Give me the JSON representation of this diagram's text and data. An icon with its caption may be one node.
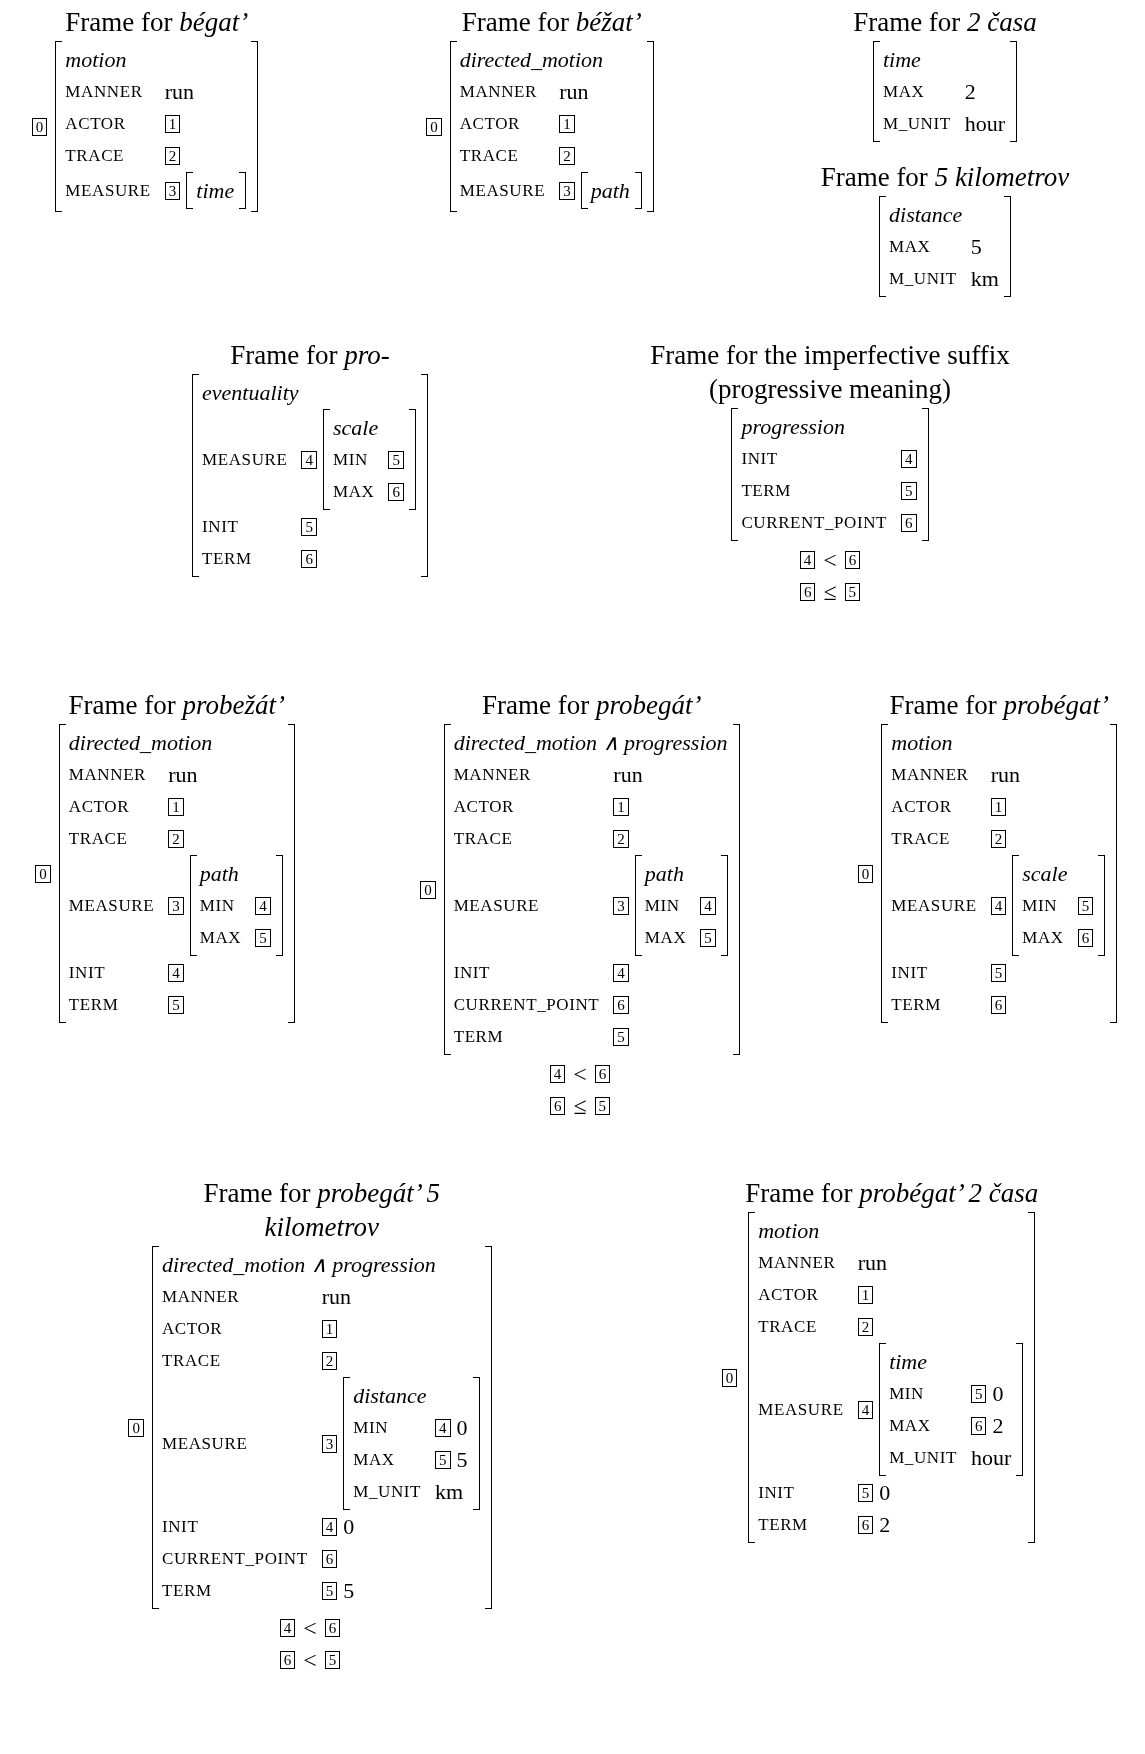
{
  "diagram": {
    "nodes": [
      {
        "text": [
          "0"
        ]
      },
      {
        "text": [
          "Frame for *bégat’*",
          "motion",
          "MANNER",
          "run",
          "ACTOR",
          "TRACE",
          "MEASURE"
        ]
      },
      {
        "text": [
          "1"
        ],
        "in": 1
      },
      {
        "text": [
          "2"
        ],
        "in": 1
      },
      {
        "text": [
          "3"
        ],
        "in": 1
      },
      {
        "text": [
          "time"
        ],
        "in": 1
      },
      {
        "text": [
          "0"
        ]
      },
      {
        "text": [
          "Frame for *béžat’*",
          "directed_motion",
          "MANNER",
          "run",
          "ACTOR",
          "TRACE",
          "MEASURE"
        ]
      },
      {
        "text": [
          "1"
        ],
        "in": 7
      },
      {
        "text": [
          "2"
        ],
        "in": 7
      },
      {
        "text": [
          "3"
        ],
        "in": 7
      },
      {
        "text": [
          "path"
        ],
        "in": 7
      },
      {
        "text": [
          "Frame for *2 časa*",
          "time",
          "MAX",
          "2",
          "M_UNIT",
          "hour"
        ]
      },
      {
        "text": [
          "Frame for *5 kilometrov*",
          "distance",
          "MAX",
          "5",
          "M_UNIT",
          "km"
        ]
      },
      {
        "text": [
          "Frame for *pro-*",
          "eventuality",
          "MEASURE",
          "INIT",
          "TERM"
        ]
      },
      {
        "text": [
          "4"
        ],
        "in": 14
      },
      {
        "text": [
          "scale",
          "MIN",
          "MAX"
        ],
        "in": 14
      },
      {
        "text": [
          "5"
        ],
        "in": 16
      },
      {
        "text": [
          "6"
        ],
        "in": 16
      },
      {
        "text": [
          "5"
        ],
        "in": 14
      },
      {
        "text": [
          "6"
        ],
        "in": 14
      },
      {
        "text": [
          "Frame for the imperfective suffix (progressive meaning)",
          "progression",
          "INIT",
          "TERM",
          "CURRENT_POINT"
        ]
      },
      {
        "text": [
          "4"
        ],
        "in": 21
      },
      {
        "text": [
          "5"
        ],
        "in": 21
      },
      {
        "text": [
          "6"
        ],
        "in": 21
      },
      {
        "text": [
          "4"
        ]
      },
      {
        "text": [
          "6"
        ]
      },
      {
        "text": [
          "6"
        ]
      },
      {
        "text": [
          "5"
        ]
      },
      {
        "text": [
          "0"
        ]
      },
      {
        "text": [
          "Frame for *probežát’*",
          "directed_motion",
          "MANNER",
          "run",
          "ACTOR",
          "TRACE",
          "MEASURE",
          "INIT",
          "TERM"
        ]
      },
      {
        "text": [
          "1"
        ],
        "in": 30
      },
      {
        "text": [
          "2"
        ],
        "in": 30
      },
      {
        "text": [
          "3"
        ],
        "in": 30
      },
      {
        "text": [
          "path",
          "MIN",
          "MAX"
        ],
        "in": 30
      },
      {
        "text": [
          "4"
        ],
        "in": 34
      },
      {
        "text": [
          "5"
        ],
        "in": 34
      },
      {
        "text": [
          "4"
        ],
        "in": 30
      },
      {
        "text": [
          "5"
        ],
        "in": 30
      },
      {
        "text": [
          "0"
        ]
      },
      {
        "text": [
          "Frame for *probegát’*",
          "directed_motion ∧ progression",
          "MANNER",
          "run",
          "ACTOR",
          "TRACE",
          "MEASURE",
          "INIT",
          "CURRENT_POINT",
          "TERM"
        ]
      },
      {
        "text": [
          "1"
        ],
        "in": 40
      },
      {
        "text": [
          "2"
        ],
        "in": 40
      },
      {
        "text": [
          "3"
        ],
        "in": 40
      },
      {
        "text": [
          "path",
          "MIN",
          "MAX"
        ],
        "in": 40
      },
      {
        "text": [
          "4"
        ],
        "in": 44
      },
      {
        "text": [
          "5"
        ],
        "in": 44
      },
      {
        "text": [
          "4"
        ],
        "in": 40
      },
      {
        "text": [
          "6"
        ],
        "in": 40
      },
      {
        "text": [
          "5"
        ],
        "in": 40
      },
      {
        "text": [
          "4"
        ]
      },
      {
        "text": [
          "6"
        ]
      },
      {
        "text": [
          "6"
        ]
      },
      {
        "text": [
          "5"
        ]
      },
      {
        "text": [
          "0"
        ]
      },
      {
        "text": [
          "Frame for *probégat’*",
          "motion",
          "MANNER",
          "run",
          "ACTOR",
          "TRACE",
          "MEASURE",
          "INIT",
          "TERM"
        ]
      },
      {
        "text": [
          "1"
        ],
        "in": 55
      },
      {
        "text": [
          "2"
        ],
        "in": 55
      },
      {
        "text": [
          "4"
        ],
        "in": 55
      },
      {
        "text": [
          "scale",
          "MIN",
          "MAX"
        ],
        "in": 55
      },
      {
        "text": [
          "5"
        ],
        "in": 59
      },
      {
        "text": [
          "6"
        ],
        "in": 59
      },
      {
        "text": [
          "5"
        ],
        "in": 55
      },
      {
        "text": [
          "6"
        ],
        "in": 55
      },
      {
        "text": [
          "0"
        ]
      },
      {
        "text": [
          "Frame for *probegát’ 5 kilometrov*",
          "directed_motion ∧ progression",
          "MANNER",
          "run",
          "ACTOR",
          "TRACE",
          "MEASURE",
          "INIT",
          "0",
          "CURRENT_POINT",
          "TERM",
          "5"
        ]
      },
      {
        "text": [
          "1"
        ],
        "in": 65
      },
      {
        "text": [
          "2"
        ],
        "in": 65
      },
      {
        "text": [
          "3"
        ],
        "in": 65
      },
      {
        "text": [
          "distance",
          "MIN",
          "0",
          "MAX",
          "5",
          "M_UNIT",
          "km"
        ],
        "in": 65
      },
      {
        "text": [
          "4"
        ],
        "in": 69
      },
      {
        "text": [
          "5"
        ],
        "in": 69
      },
      {
        "text": [
          "4"
        ],
        "in": 65
      },
      {
        "text": [
          "6"
        ],
        "in": 65
      },
      {
        "text": [
          "5"
        ],
        "in": 65
      },
      {
        "text": [
          "4"
        ]
      },
      {
        "text": [
          "6"
        ]
      },
      {
        "text": [
          "6"
        ]
      },
      {
        "text": [
          "5"
        ]
      },
      {
        "text": [
          "0"
        ]
      },
      {
        "text": [
          "Frame for *probégat’ 2 časa*",
          "motion",
          "MANNER",
          "run",
          "ACTOR",
          "TRACE",
          "MEASURE",
          "INIT",
          "0",
          "TERM",
          "2"
        ]
      },
      {
        "text": [
          "1"
        ],
        "in": 80
      },
      {
        "text": [
          "2"
        ],
        "in": 80
      },
      {
        "text": [
          "4"
        ],
        "in": 80
      },
      {
        "text": [
          "time",
          "MIN",
          "0",
          "MAX",
          "2",
          "M_UNIT",
          "hour"
        ],
        "in": 80
      },
      {
        "text": [
          "5"
        ],
        "in": 84
      },
      {
        "text": [
          "6"
        ],
        "in": 84
      },
      {
        "text": [
          "5"
        ],
        "in": 80
      },
      {
        "text": [
          "6"
        ],
        "in": 80
      }
    ],
    "labels": [
      "<",
      "≤",
      "<",
      "≤",
      "<",
      "<"
    ]
  }
}
